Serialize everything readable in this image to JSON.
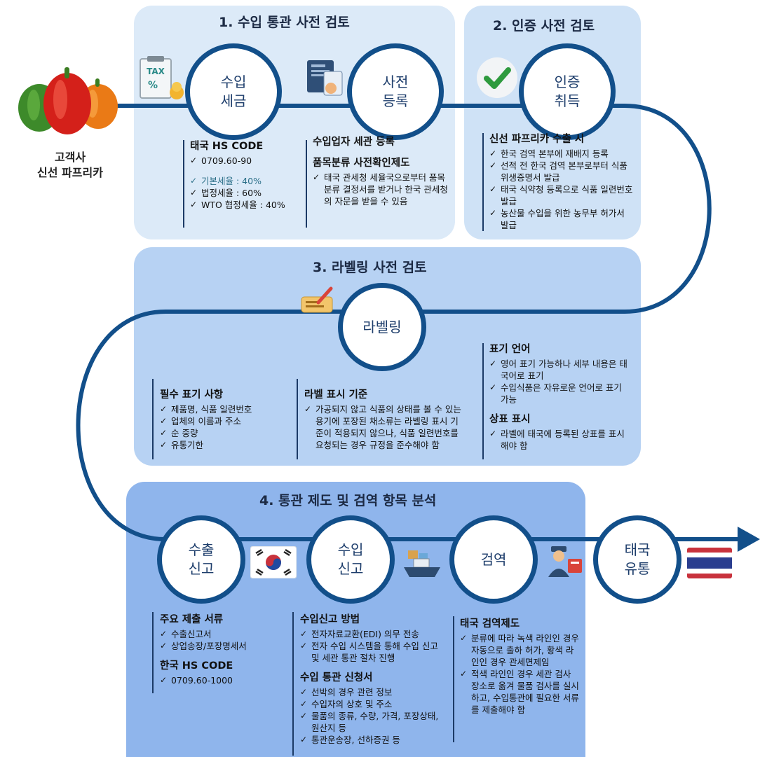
{
  "customer_label": "고객사\n신선 파프리카",
  "panels": {
    "p1_title": "1. 수입 통관 사전 검토",
    "p2_title": "2. 인증 사전 검토",
    "p3_title": "3. 라벨링 사전 검토",
    "p4_title": "4. 통관 제도 및 검역 항목 분석"
  },
  "circles": {
    "import_tax": "수입\n세금",
    "pre_register": "사전\n등록",
    "certification": "인증\n취득",
    "labeling": "라벨링",
    "export_report": "수출\n신고",
    "import_report": "수입\n신고",
    "quarantine": "검역",
    "thai_distribution": "태국\n유통"
  },
  "blocks": {
    "hs_thai": {
      "heading": "태국 HS CODE",
      "items": [
        "0709.60-90"
      ],
      "rates": [
        "기본세율 : 40%",
        "법정세율 : 60%",
        "WTO 협정세율 : 40%"
      ]
    },
    "customs_register": {
      "heading1": "수입업자 세관 등록",
      "heading2": "품목분류 사전확인제도",
      "items": [
        "태국 관세청 세율국으로부터 품목분류 결정서를 받거나 한국 관세청의 자문을 받을 수 있음"
      ]
    },
    "cert": {
      "heading": "신선 파프리카 수출 시",
      "items": [
        "한국 검역 본부에 재배지 등록",
        "선적 전 한국 검역 본부로부터 식품위생증명서 발급",
        "태국 식약청 등록으로 식품 일련번호 발급",
        "농산물 수입을 위한 농무부 허가서 발급"
      ]
    },
    "required_label": {
      "heading": "필수 표기 사항",
      "items": [
        "제품명, 식품 일련번호",
        "업체의 이름과 주소",
        "순 중량",
        "유통기한"
      ]
    },
    "label_standard": {
      "heading": "라벨 표시 기준",
      "items": [
        "가공되지 않고 식품의 상태를 볼 수 있는 용기에 포장된 채소류는 라벨링 표시 기준이 적용되지 않으나, 식품 일련번호를 요청되는 경우 규정을 준수해야 함"
      ]
    },
    "label_lang": {
      "heading1": "표기 언어",
      "items1": [
        "영어 표기 가능하나 세부 내용은 태국어로 표기",
        "수입식품은 자유로운 언어로 표기 가능"
      ],
      "heading2": "상표 표시",
      "items2": [
        "라벨에 태국에 등록된 상표를 표시해야 함"
      ]
    },
    "export_docs": {
      "heading1": "주요 제출 서류",
      "items1": [
        "수출신고서",
        "상업송장/포장명세서"
      ],
      "heading2": "한국 HS CODE",
      "items2": [
        "0709.60-1000"
      ]
    },
    "import_method": {
      "heading1": "수입신고 방법",
      "items1": [
        "전자자료교환(EDI) 의무 전송",
        "전자 수입 시스템을 통해 수입 신고 및 세관 통관 절차 진행"
      ],
      "heading2": "수입 통관 신청서",
      "items2": [
        "선박의 경우 관련 정보",
        "수입자의 상호 및 주소",
        "물품의 종류, 수량, 가격, 포장상태, 원산지 등",
        "통관운송장, 선하증권 등"
      ]
    },
    "thai_quarantine": {
      "heading": "태국 검역제도",
      "items": [
        "분류에 따라 녹색 라인인 경우 자동으로 출하 허가, 황색 라인인 경우 관세면제임",
        "적색 라인인 경우 세관 검사 장소로 옮겨 물품 검사를 실시하고, 수입통관에 필요한 서류를 제출해야 함"
      ]
    }
  },
  "icons": {
    "tax": "tax-document-icon",
    "register": "document-register-icon",
    "check": "checkmark-icon",
    "label": "label-pen-icon",
    "korea_flag": "korea-flag-icon",
    "ship": "cargo-ship-icon",
    "inspector": "customs-inspector-icon",
    "thai_flag": "thailand-flag-icon",
    "pepper": "bell-pepper-icon"
  },
  "tax_icon_text": "TAX\n%",
  "colors": {
    "flow_line": "#124f8a",
    "circle_text": "#1d3d6b"
  }
}
